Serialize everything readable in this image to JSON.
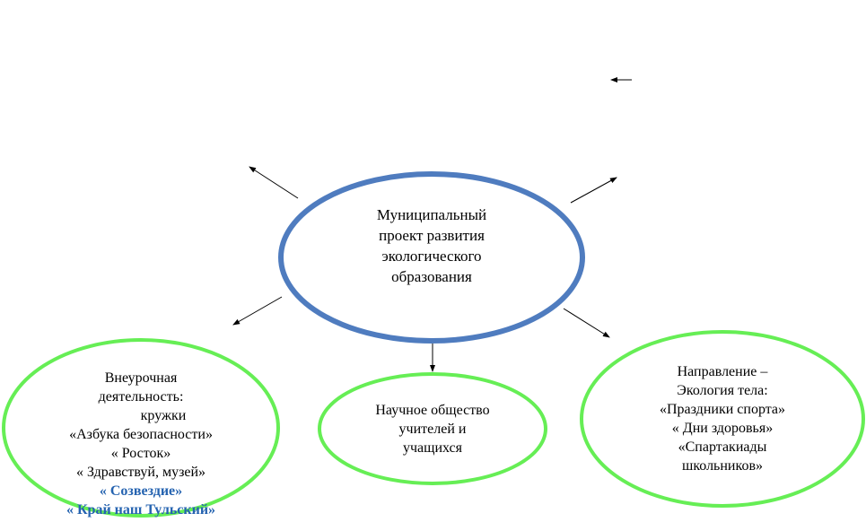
{
  "diagram": {
    "center": {
      "lines": [
        "Муниципальный",
        "проект развития",
        "экологического",
        "образования"
      ],
      "border_color": "#4f7cbf"
    },
    "left": {
      "lines": [
        "Внеурочная",
        "деятельность:",
        "кружки",
        "«Азбука безопасности»",
        "« Росток»",
        "« Здравствуй, музей»"
      ],
      "highlight_lines": [
        "« Созвездие»",
        "« Край наш Тульский»"
      ],
      "border_color": "#66ee55",
      "highlight_color": "#2563b0"
    },
    "middle": {
      "lines": [
        "Научное общество",
        "учителей и",
        "учащихся"
      ],
      "border_color": "#66ee55"
    },
    "right": {
      "lines": [
        "Направление –",
        "Экология тела:",
        "«Праздники спорта»",
        "« Дни здоровья»",
        "«Спартакиады",
        "школьников»"
      ],
      "border_color": "#66ee55"
    }
  }
}
